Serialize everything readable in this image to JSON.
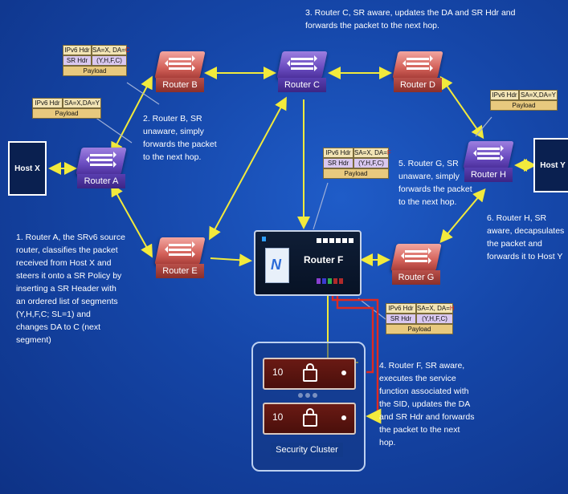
{
  "hosts": {
    "x": "Host X",
    "y": "Host Y"
  },
  "routers": {
    "a": "Router A",
    "b": "Router B",
    "c": "Router C",
    "d": "Router D",
    "e": "Router E",
    "f": "Router F",
    "g": "Router G",
    "h": "Router H"
  },
  "headers": {
    "a": {
      "ipv6": "IPv6 Hdr",
      "addr": "SA=X,DA=Y",
      "payload": "Payload"
    },
    "b": {
      "ipv6": "IPv6 Hdr",
      "addr_pre": "SA=X, DA=",
      "addr_hl": "C",
      "srh": "SR Hdr",
      "segments": "(Y,H,F,C)",
      "payload": "Payload"
    },
    "f_top": {
      "ipv6": "IPv6 Hdr",
      "addr_pre": "SA=X, DA=",
      "addr_hl": "F",
      "srh": "SR Hdr",
      "segments": "(Y,H,F,C)",
      "payload": "Payload"
    },
    "f_bottom": {
      "ipv6": "IPv6 Hdr",
      "addr_pre": "SA=X, DA=",
      "addr_hl": "H",
      "srh": "SR Hdr",
      "segments": "(Y,H,F,C)",
      "payload": "Payload"
    },
    "h": {
      "ipv6": "IPv6 Hdr",
      "addr": "SA=X,DA=Y",
      "payload": "Payload"
    }
  },
  "notes": {
    "n1": [
      "1. Router A, the SRv6 source",
      "router, classifies the packet",
      "received from Host X and",
      "steers it onto a SR Policy by",
      "inserting a SR Header with",
      "an ordered list of segments",
      "(Y,H,F,C; SL=1) and",
      "changes DA to C (next",
      "segment)"
    ],
    "n2": [
      "2. Router B, SR",
      "unaware, simply",
      "forwards the packet",
      "to the next hop."
    ],
    "n3": [
      "3. Router C, SR aware, updates the DA and SR Hdr and",
      "forwards the packet to the next hop."
    ],
    "n4": [
      "4. Router F, SR aware,",
      "executes the service",
      "function associated with",
      "the SID, updates the DA",
      "and SR Hdr and forwards",
      "the packet to the next",
      "hop."
    ],
    "n5": [
      "5. Router G, SR",
      "unaware, simply",
      "forwards the packet",
      "to the next hop."
    ],
    "n6": [
      "6. Router H, SR",
      "aware, decapsulates",
      "the packet and",
      "forwards it to Host Y"
    ]
  },
  "cluster": {
    "title": "Security Cluster",
    "firewalls": [
      {
        "label": "10"
      },
      {
        "label": "10"
      }
    ]
  },
  "colors": {
    "link": "#f2ea3c",
    "packet_path": "#e02a20",
    "highlight": "#d0201a"
  }
}
